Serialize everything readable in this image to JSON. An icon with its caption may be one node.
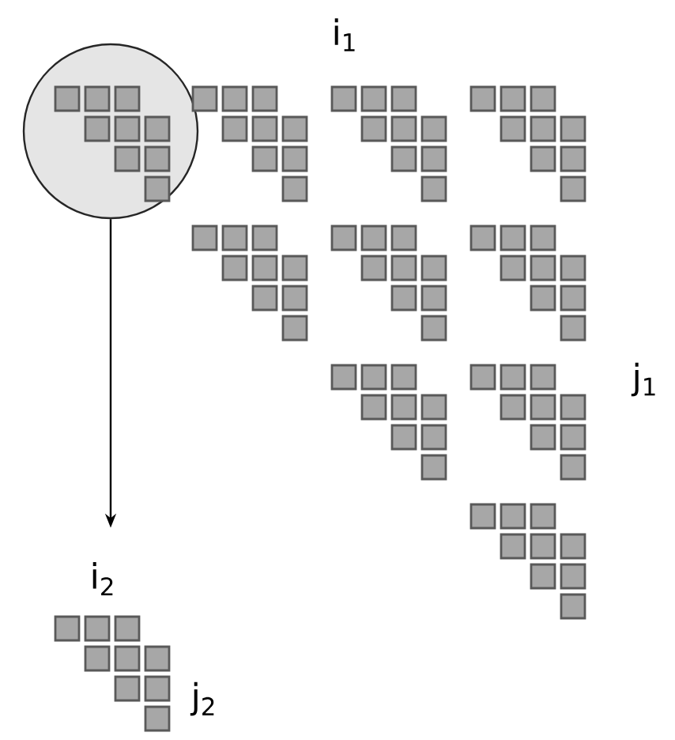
{
  "diagram": {
    "nodes": [
      {
        "text": [],
        "shape": "circle"
      },
      {
        "text": [],
        "shape": "picture",
        "beside": [
          "i$_{2}$",
          "j$_{2}$"
        ]
      }
    ],
    "edges": [
      {
        "from": 0,
        "to": 1,
        "arrow": "to"
      }
    ],
    "labels": [
      "i$_{1}$",
      "j$_{1}$"
    ]
  }
}
